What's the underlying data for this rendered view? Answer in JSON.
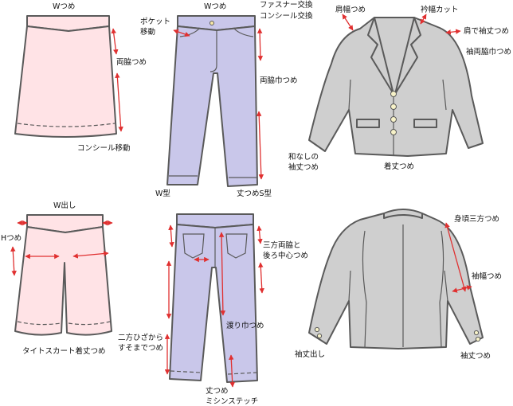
{
  "colors": {
    "skirt_fill": "#ffe3e6",
    "skirt_hem_fill": "#fff5f6",
    "pants_fill": "#c9c7ea",
    "jacket_fill": "#cfcfcf",
    "outline": "#5a5a5a",
    "arrow": "#e03030"
  },
  "icons": {
    "buttons": "circle-button-icon"
  },
  "labels": {
    "skirt_top_waist": "Wつめ",
    "skirt_top_sides": "両脇つめ",
    "skirt_top_concealer": "コンシール移動",
    "pants_top_waist": "Wつめ",
    "pants_top_pocket_line1": "ポケット",
    "pants_top_pocket_line2": "移動",
    "pants_top_zipper": "ファスナー交換",
    "pants_top_concealer": "コンシール交換",
    "pants_top_sides": "両脇巾つめ",
    "pants_top_wtype": "W型",
    "pants_top_length": "丈つめS型",
    "jacket_front_shoulder": "肩幅つめ",
    "jacket_front_collar": "衿幅カット",
    "jacket_front_shoulder_sleeve": "肩で袖丈つめ",
    "jacket_front_sleeve_width": "袖両脇巾つめ",
    "jacket_front_noslit_line1": "和なしの",
    "jacket_front_noslit_line2": "袖丈つめ",
    "jacket_front_body_length": "着丈つめ",
    "skirt_bottom_waist": "W出し",
    "skirt_bottom_hip": "Hつめ",
    "skirt_bottom_tight": "タイトスカート着丈つめ",
    "pants_bottom_sides_line1": "三方両脇と",
    "pants_bottom_sides_line2": "後ろ中心つめ",
    "pants_bottom_twoway_line1": "二方ひざから",
    "pants_bottom_twoway_line2": "すそまでつめ",
    "pants_bottom_width": "渡り巾つめ",
    "pants_bottom_length_line1": "丈つめ",
    "pants_bottom_length_line2": "ミシンステッチ",
    "jacket_back_body_sides": "身頃三方つめ",
    "jacket_back_sleeve_width": "袖幅つめ",
    "jacket_back_sleeve_out": "袖丈出し",
    "jacket_back_sleeve_shorten": "袖丈つめ"
  }
}
